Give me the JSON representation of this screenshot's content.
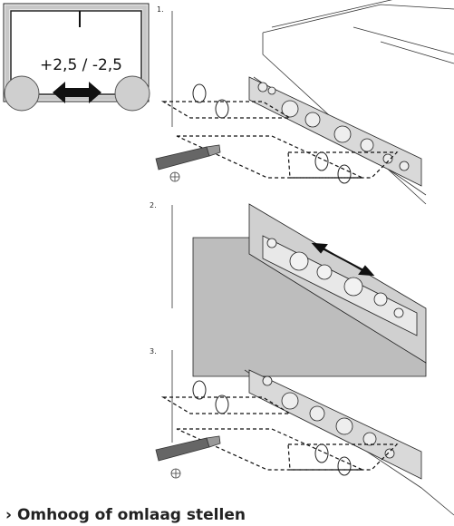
{
  "inset": {
    "adjust_label": "+2,5 / -2,5"
  },
  "steps": [
    {
      "label": "1."
    },
    {
      "label": "2."
    },
    {
      "label": "3."
    }
  ],
  "heading": {
    "marker": "›",
    "text": "Omhoog of omlaag stellen"
  }
}
